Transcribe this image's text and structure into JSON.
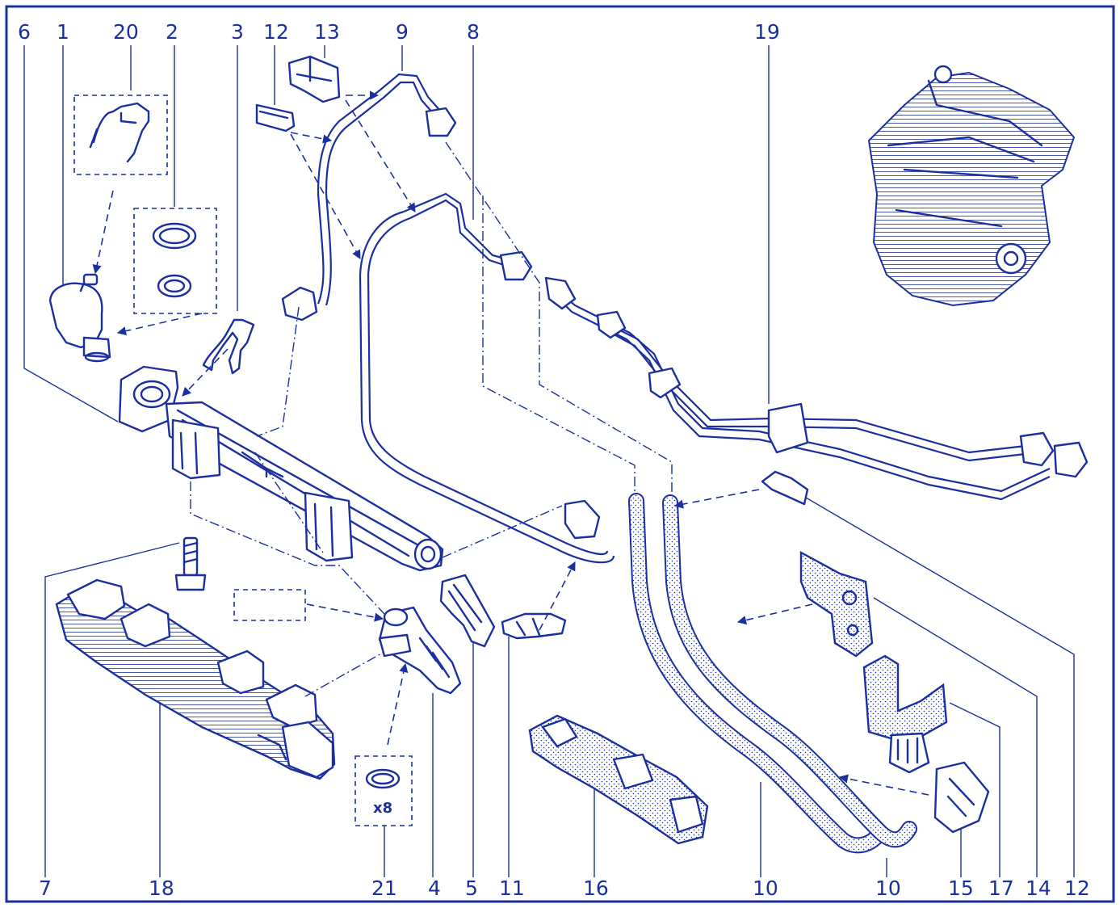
{
  "labels": {
    "top": [
      "6",
      "1",
      "20",
      "2",
      "3",
      "12",
      "13",
      "9",
      "8",
      "19"
    ],
    "bottom": [
      "7",
      "18",
      "21",
      "4",
      "5",
      "11",
      "16",
      "10",
      "10",
      "15",
      "17",
      "14",
      "12"
    ]
  },
  "callouts": {
    "ring_quantity": "x8"
  },
  "colors": {
    "ink": "#1b2f9e",
    "background": "#ffffff"
  },
  "icons": [
    "engine-block-icon"
  ]
}
